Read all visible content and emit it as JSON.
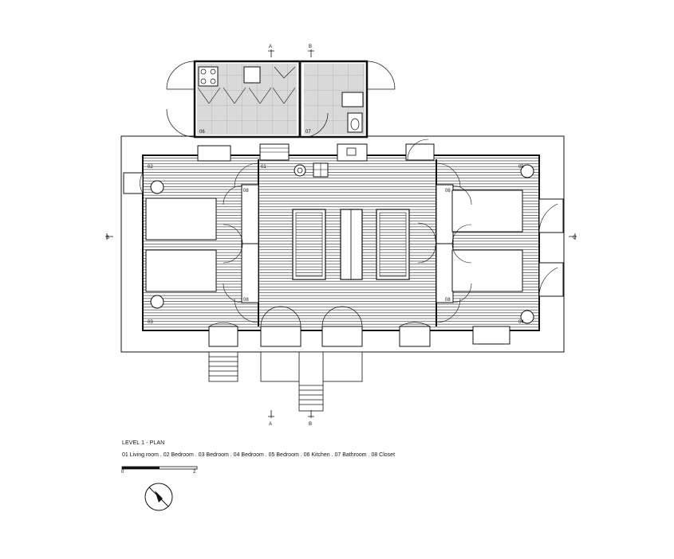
{
  "legend": {
    "title": "LEVEL 1 - PLAN",
    "rooms": "01 Living room . 02 Bedroom . 03 Bedroom . 04 Bedroom . 05 Bedroom . 06 Kitchen . 07 Bathroom . 08 Closet"
  },
  "scale": {
    "start": "0",
    "end": "2"
  },
  "room_tags": {
    "r01": "01",
    "r02": "02",
    "r03": "03",
    "r04": "04",
    "r05": "05",
    "r06": "06",
    "r07": "07",
    "c1": "08",
    "c2": "08",
    "c3": "08",
    "c4": "08"
  },
  "section_marks": {
    "left": "B",
    "right": "C",
    "top_a": "A",
    "bottom_a": "A",
    "top_b": "B",
    "bottom_b": "B"
  },
  "colors": {
    "line": "#111111",
    "wet_zone": "#d9d9d9",
    "paper": "#ffffff"
  }
}
